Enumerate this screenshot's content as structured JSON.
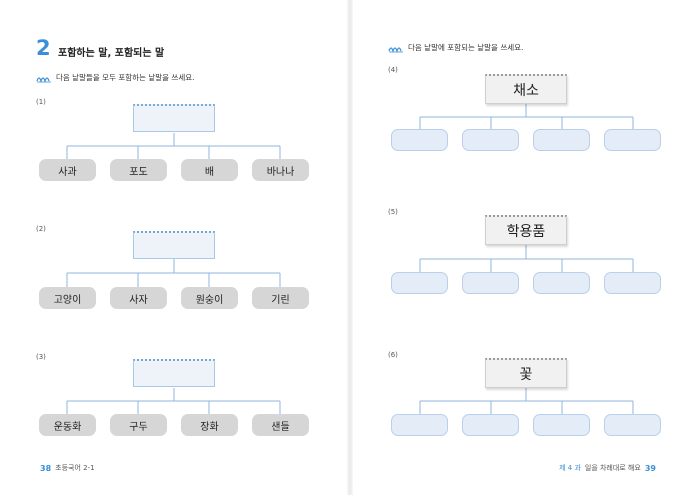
{
  "left_page": {
    "section_number": "2",
    "section_title": "포함하는 말, 포함되는 말",
    "instruction": "다음 낱말들을 모두 포함하는 낱말을 쓰세요.",
    "questions": [
      {
        "number": "(1)",
        "words": [
          "사과",
          "포도",
          "배",
          "바나나"
        ]
      },
      {
        "number": "(2)",
        "words": [
          "고양이",
          "사자",
          "원숭이",
          "기린"
        ]
      },
      {
        "number": "(3)",
        "words": [
          "운동화",
          "구두",
          "장화",
          "샌들"
        ]
      }
    ],
    "page_number": "38",
    "footer_text": "초등국어 2-1"
  },
  "right_page": {
    "instruction": "다음 낱말에 포함되는 낱말을 쓰세요.",
    "questions": [
      {
        "number": "(4)",
        "word": "채소"
      },
      {
        "number": "(5)",
        "word": "학용품"
      },
      {
        "number": "(6)",
        "word": "꽃"
      }
    ],
    "chapter_label": "제 4 과",
    "chapter_title": "일을 차례대로 해요",
    "page_number": "39"
  },
  "colors": {
    "accent": "#3a8fd6",
    "line": "#8fb6dd"
  },
  "icons": [
    "pencil-note-icon"
  ]
}
